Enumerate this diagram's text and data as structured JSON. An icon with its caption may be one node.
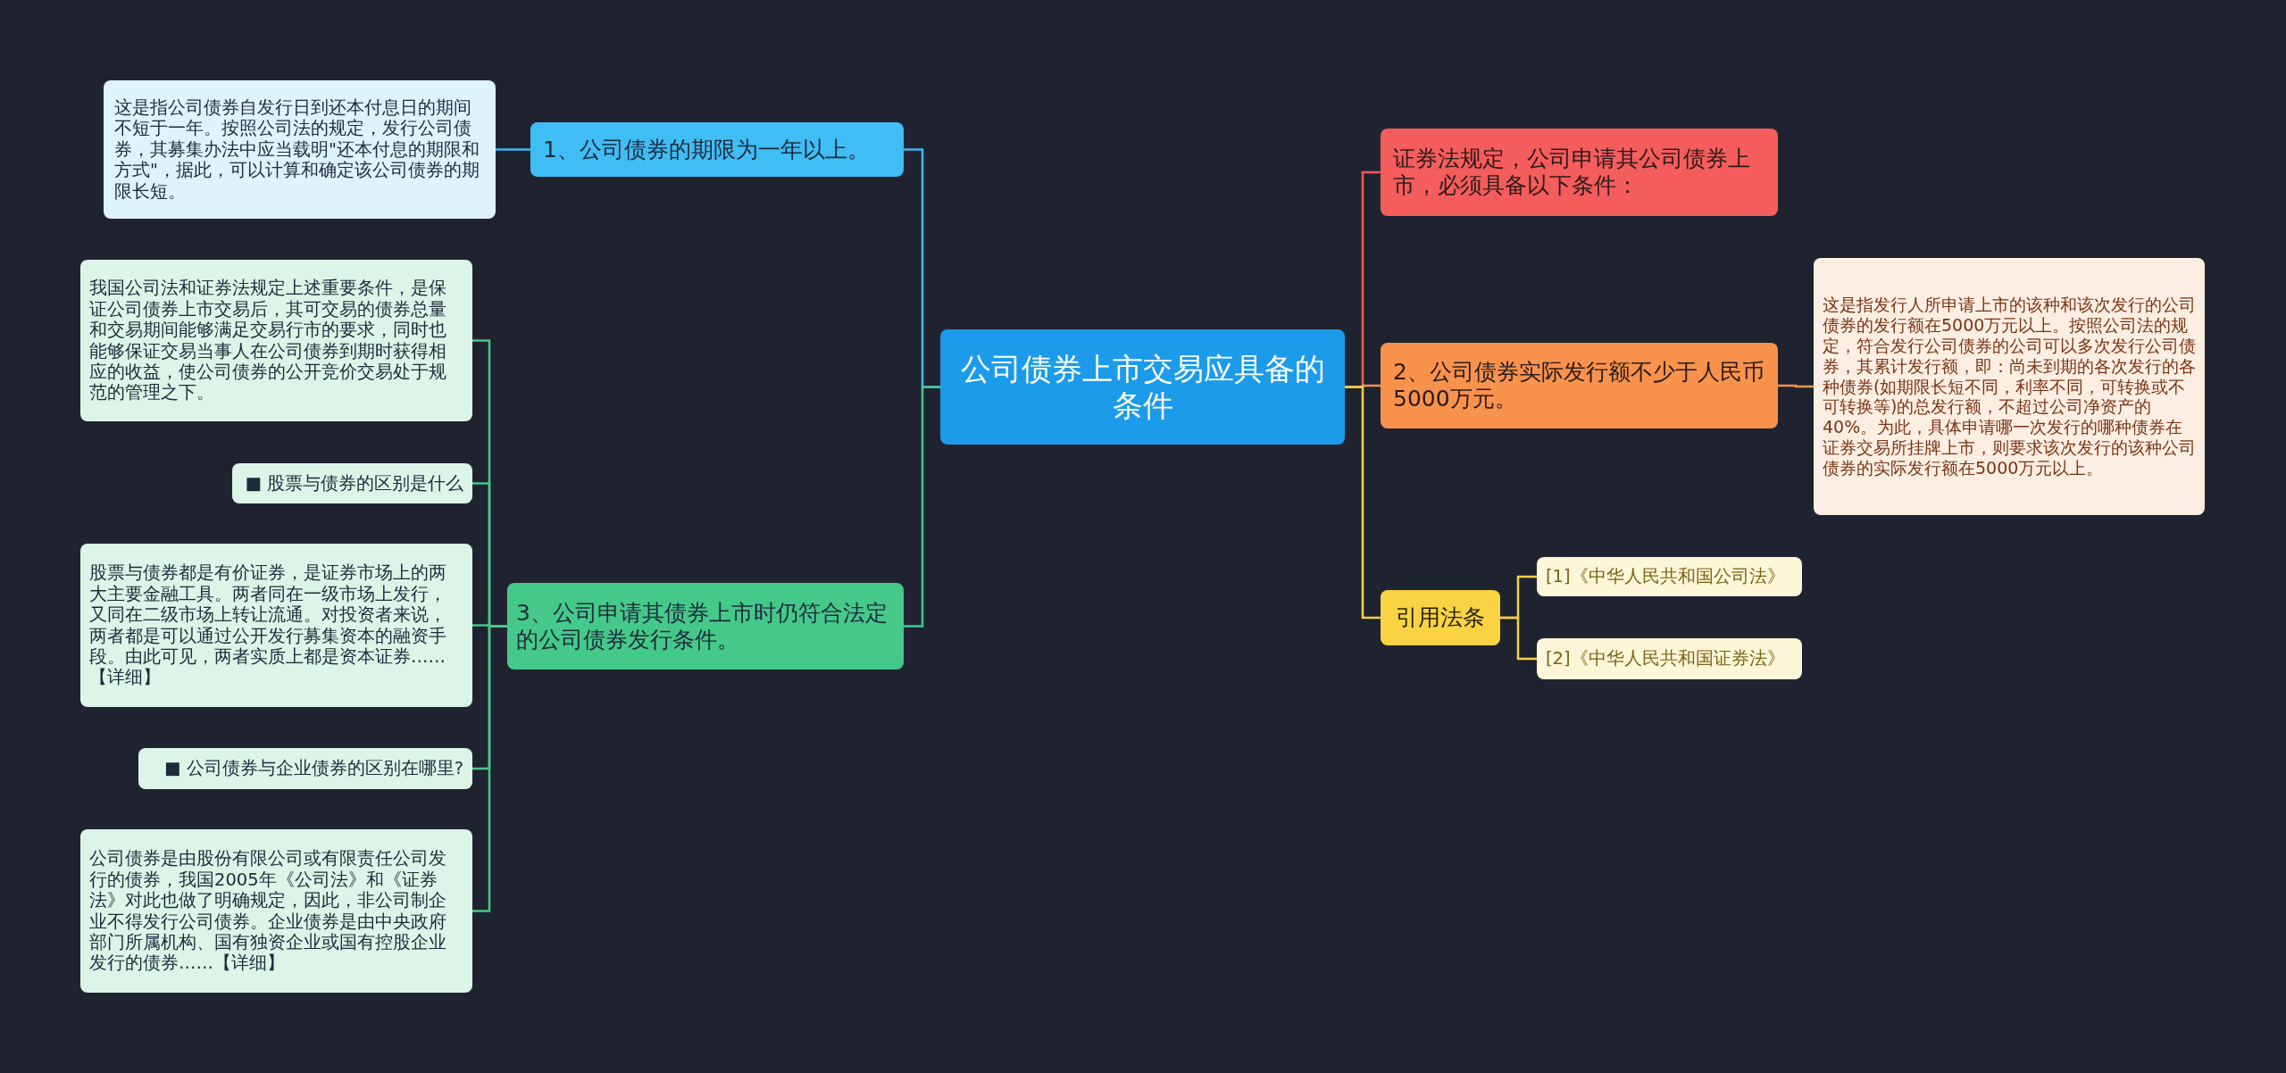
{
  "diagram": {
    "nodes": [
      {
        "text": [
          "公司债券上市交易应具备的条件"
        ]
      },
      {
        "text": [
          "1、公司债券的期限为一年以上。"
        ]
      },
      {
        "text": [
          "这是指公司债券自发行日到还本付息日的期间不短于一年。按照公司法的规定，发行公司债券，其募集办法中应当载明\"还本付息的期限和方式\"，据此，可以计算和确定该公司债券的期限长短。"
        ]
      },
      {
        "text": [
          "3、公司申请其债券上市时仍符合法定的公司债券发行条件。"
        ]
      },
      {
        "text": [
          "我国公司法和证券法规定上述重要条件，是保证公司债券上市交易后，其可交易的债券总量和交易期间能够满足交易行市的要求，同时也能够保证交易当事人在公司债券到期时获得相应的收益，使公司债券的公开竞价交易处于规范的管理之下。"
        ]
      },
      {
        "text": [
          "■ 股票与债券的区别是什么"
        ]
      },
      {
        "text": [
          "股票与债券都是有价证券，是证券市场上的两大主要金融工具。两者同在一级市场上发行，又同在二级市场上转让流通。对投资者来说，两者都是可以通过公开发行募集资本的融资手段。由此可见，两者实质上都是资本证券……【详细】"
        ]
      },
      {
        "text": [
          "■ 公司债券与企业债券的区别在哪里?"
        ]
      },
      {
        "text": [
          "公司债券是由股份有限公司或有限责任公司发行的债券，我国2005年《公司法》和《证券法》对此也做了明确规定，因此，非公司制企业不得发行公司债券。企业债券是由中央政府部门所属机构、国有独资企业或国有控股企业发行的债券……【详细】"
        ]
      },
      {
        "text": [
          "证券法规定，公司申请其公司债券上市，必须具备以下条件："
        ]
      },
      {
        "text": [
          "2、公司债券实际发行额不少于人民币5000万元。"
        ]
      },
      {
        "text": [
          "这是指发行人所申请上市的该种和该次发行的公司债券的发行额在5000万元以上。按照公司法的规定，符合发行公司债券的公司可以多次发行公司债券，其累计发行额，即：尚未到期的各次发行的各种债券(如期限长短不同，利率不同，可转换或不可转换等)的总发行额，不超过公司净资产的40%。为此，具体申请哪一次发行的哪种债券在证券交易所挂牌上市，则要求该次发行的该种公司债券的实际发行额在5000万元以上。"
        ]
      },
      {
        "text": [
          "引用法条"
        ]
      },
      {
        "text": [
          "[1]《中华人民共和国公司法》"
        ]
      },
      {
        "text": [
          "[2]《中华人民共和国证券法》"
        ]
      }
    ],
    "edges": [
      {
        "from": 0,
        "to": 1,
        "arrow": "none",
        "color": "#3fb8f2"
      },
      {
        "from": 1,
        "to": 2,
        "arrow": "none",
        "color": "#3fb8f2"
      },
      {
        "from": 0,
        "to": 3,
        "arrow": "none",
        "color": "#45c98a"
      },
      {
        "from": 3,
        "to": 4,
        "arrow": "none",
        "color": "#45c98a"
      },
      {
        "from": 3,
        "to": 5,
        "arrow": "none",
        "color": "#45c98a"
      },
      {
        "from": 3,
        "to": 6,
        "arrow": "none",
        "color": "#45c98a"
      },
      {
        "from": 3,
        "to": 7,
        "arrow": "none",
        "color": "#45c98a"
      },
      {
        "from": 3,
        "to": 8,
        "arrow": "none",
        "color": "#45c98a"
      },
      {
        "from": 0,
        "to": 9,
        "arrow": "none",
        "color": "#f05a5a"
      },
      {
        "from": 0,
        "to": 10,
        "arrow": "none",
        "color": "#f9924c"
      },
      {
        "from": 10,
        "to": 11,
        "arrow": "none",
        "color": "#f9924c"
      },
      {
        "from": 0,
        "to": 12,
        "arrow": "none",
        "color": "#f7d046"
      },
      {
        "from": 12,
        "to": 13,
        "arrow": "none",
        "color": "#f7d046"
      },
      {
        "from": 12,
        "to": 14,
        "arrow": "none",
        "color": "#f7d046"
      }
    ]
  }
}
